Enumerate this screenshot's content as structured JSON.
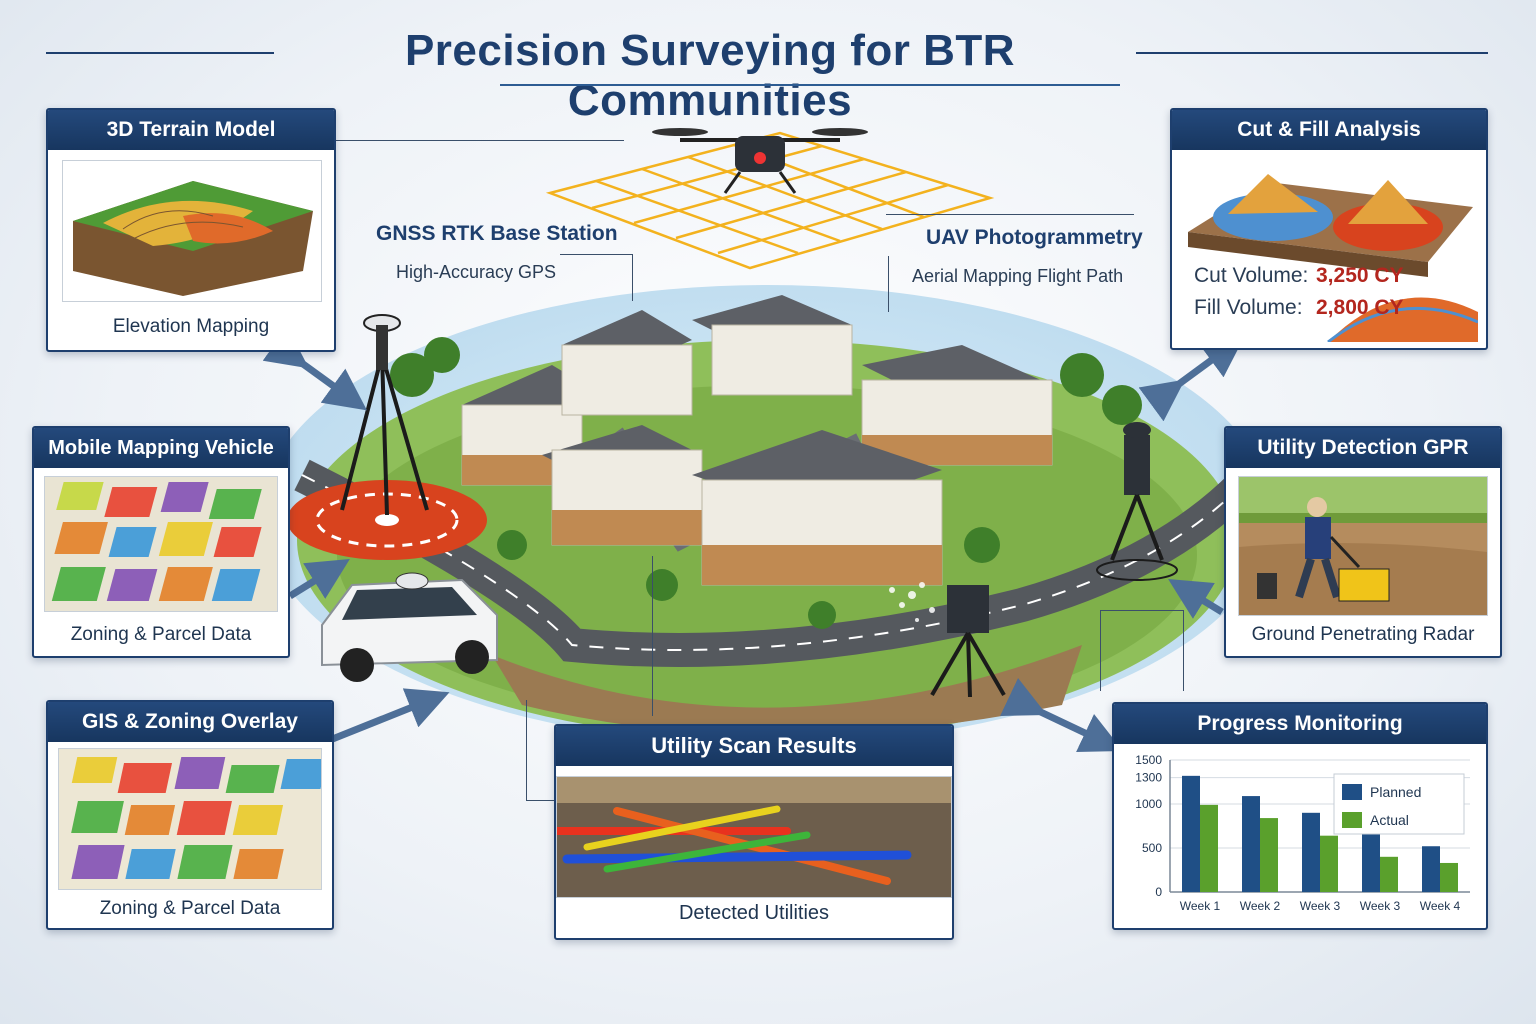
{
  "title": "Precision Surveying for BTR Communities",
  "cards": {
    "terrain": {
      "title": "3D Terrain Model",
      "caption": "Elevation Mapping"
    },
    "mobile": {
      "title": "Mobile Mapping Vehicle",
      "caption": "Zoning & Parcel Data"
    },
    "gis": {
      "title": "GIS & Zoning Overlay",
      "caption": "Zoning & Parcel Data"
    },
    "cutfill": {
      "title": "Cut & Fill Analysis",
      "cut_label": "Cut Volume:",
      "cut_value": "3,250 CY",
      "fill_label": "Fill Volume:",
      "fill_value": "2,800 CY"
    },
    "gpr": {
      "title": "Utility Detection GPR",
      "caption": "Ground Penetrating Radar"
    },
    "utility": {
      "title": "Utility Scan Results",
      "caption": "Detected Utilities"
    },
    "progress": {
      "title": "Progress Monitoring"
    }
  },
  "labels": {
    "gnss_title": "GNSS RTK Base Station",
    "gnss_sub": "High-Accuracy GPS",
    "uav_title": "UAV Photogrammetry",
    "uav_sub": "Aerial Mapping Flight Path"
  },
  "colors": {
    "header": "#1e3f6e",
    "cut_value": "#b3261e",
    "planned": "#1f4f86",
    "actual": "#5aa02c"
  },
  "chart_data": {
    "type": "bar",
    "categories": [
      "Week 1",
      "Week 2",
      "Week 3",
      "Week 3",
      "Week 4"
    ],
    "yticks": [
      "0",
      "500",
      "1000",
      "1300",
      "1500"
    ],
    "ylim": [
      0,
      1500
    ],
    "series": [
      {
        "name": "Planned",
        "values": [
          1320,
          1090,
          900,
          680,
          520
        ]
      },
      {
        "name": "Actual",
        "values": [
          990,
          840,
          640,
          400,
          330
        ]
      }
    ],
    "legend": "top-right",
    "grid": true
  }
}
